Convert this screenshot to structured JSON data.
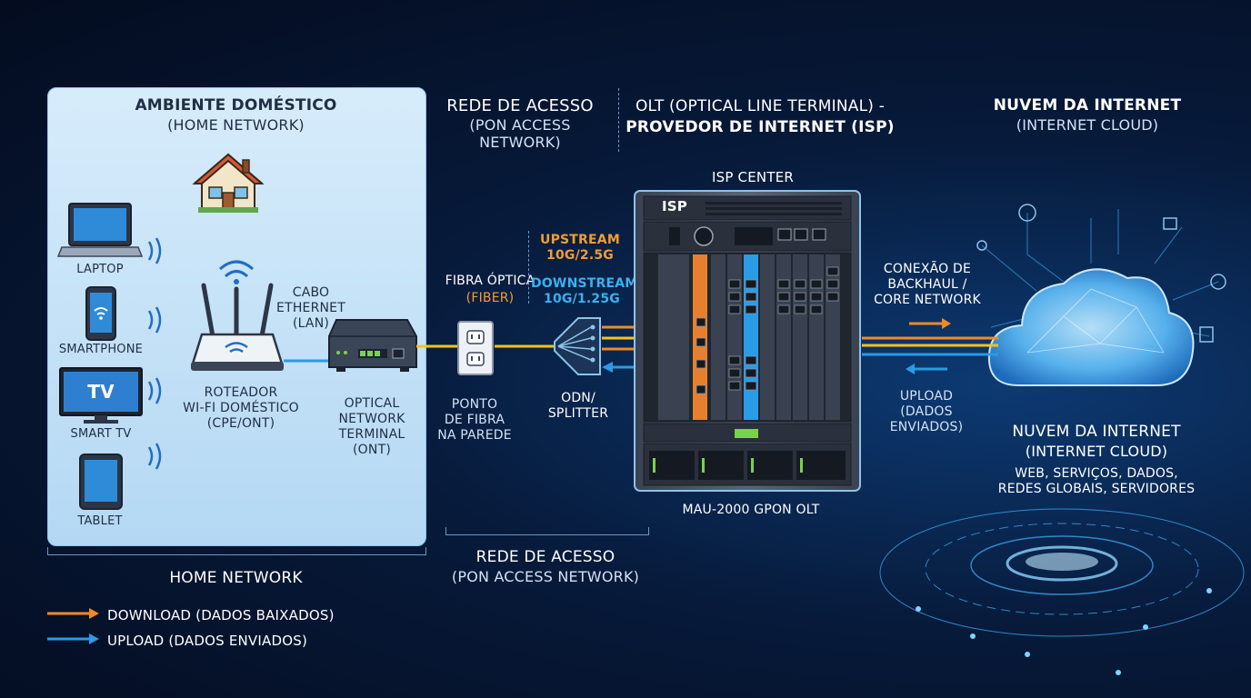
{
  "home": {
    "title": "AMBIENTE DOMÉSTICO",
    "subtitle": "(HOME NETWORK)",
    "devices": [
      "LAPTOP",
      "SMARTPHONE",
      "SMART TV",
      "TABLET"
    ],
    "tv_glyph": "TV",
    "router": [
      "ROTEADOR",
      "WI-FI DOMÉSTICO",
      "(CPE/ONT)"
    ],
    "cable": [
      "CABO",
      "ETHERNET",
      "(LAN)"
    ],
    "ont": [
      "OPTICAL",
      "NETWORK",
      "TERMINAL",
      "(ONT)"
    ],
    "footer": "HOME NETWORK"
  },
  "access": {
    "title": "REDE DE ACESSO",
    "subtitle": "(PON ACCESS NETWORK)",
    "fiber": [
      "FIBRA ÓPTICA",
      "(FIBER)"
    ],
    "wall": [
      "PONTO",
      "DE FIBRA",
      "NA PAREDE"
    ],
    "upstream": [
      "UPSTREAM",
      "10G/2.5G"
    ],
    "downstream": [
      "DOWNSTREAM",
      "10G/1.25G"
    ],
    "splitter": [
      "ODN/",
      "SPLITTER"
    ],
    "footer_title": "REDE DE ACESSO",
    "footer_subtitle": "(PON ACCESS NETWORK)"
  },
  "olt": {
    "title": [
      "OLT (OPTICAL LINE TERMINAL) -",
      "PROVEDOR DE INTERNET (ISP)"
    ],
    "center": "ISP CENTER",
    "rack_badge": "ISP",
    "model": "MAU-2000 GPON OLT"
  },
  "cloud": {
    "title": "NUVEM DA INTERNET",
    "subtitle": "(INTERNET CLOUD)",
    "backhaul": [
      "CONEXÃO DE",
      "BACKHAUL /",
      "CORE NETWORK"
    ],
    "upload": [
      "UPLOAD",
      "(DADOS",
      "ENVIADOS)"
    ],
    "label_title": "NUVEM DA INTERNET",
    "label_subtitle": "(INTERNET CLOUD)",
    "services": [
      "WEB, SERVIÇOS, DADOS,",
      "REDES GLOBAIS, SERVIDORES"
    ]
  },
  "legend": {
    "download": "DOWNLOAD (DADOS BAIXADOS)",
    "upload": "UPLOAD (DADOS ENVIADOS)"
  },
  "colors": {
    "download": "#f08a24",
    "upload": "#2a9be6",
    "fiber": "#f4c21c",
    "home_panel": "#c6e2f7"
  }
}
